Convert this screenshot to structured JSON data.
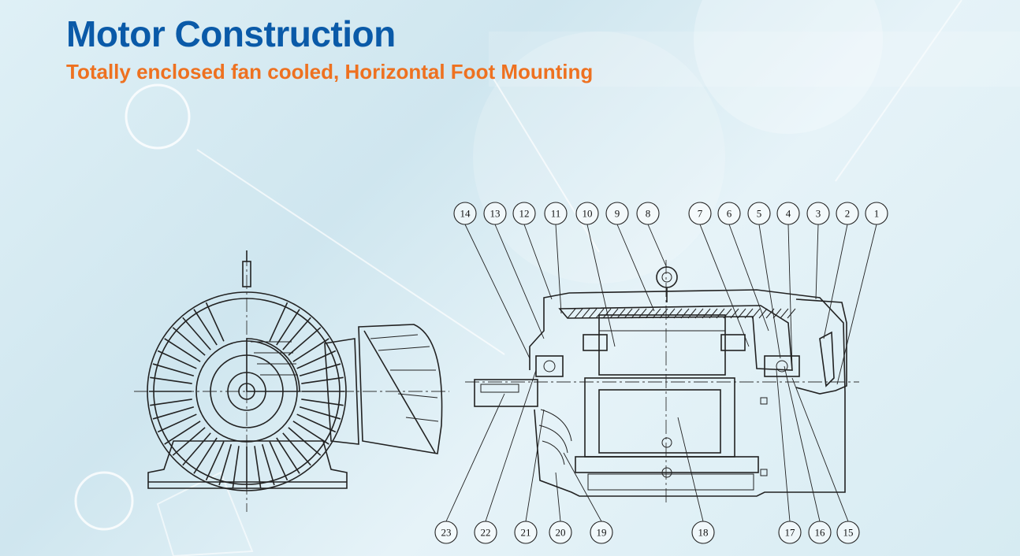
{
  "header": {
    "title": "Motor Construction",
    "subtitle": "Totally enclosed fan cooled, Horizontal Foot Mounting"
  },
  "colors": {
    "title": "#0a5aa8",
    "subtitle": "#ee7120",
    "drawing": "#222222"
  },
  "callouts": {
    "top": [
      "14",
      "13",
      "12",
      "11",
      "10",
      "9",
      "8",
      "7",
      "6",
      "5",
      "4",
      "3",
      "2",
      "1"
    ],
    "bottom": [
      "23",
      "22",
      "21",
      "20",
      "19",
      "18",
      "17",
      "16",
      "15"
    ]
  }
}
